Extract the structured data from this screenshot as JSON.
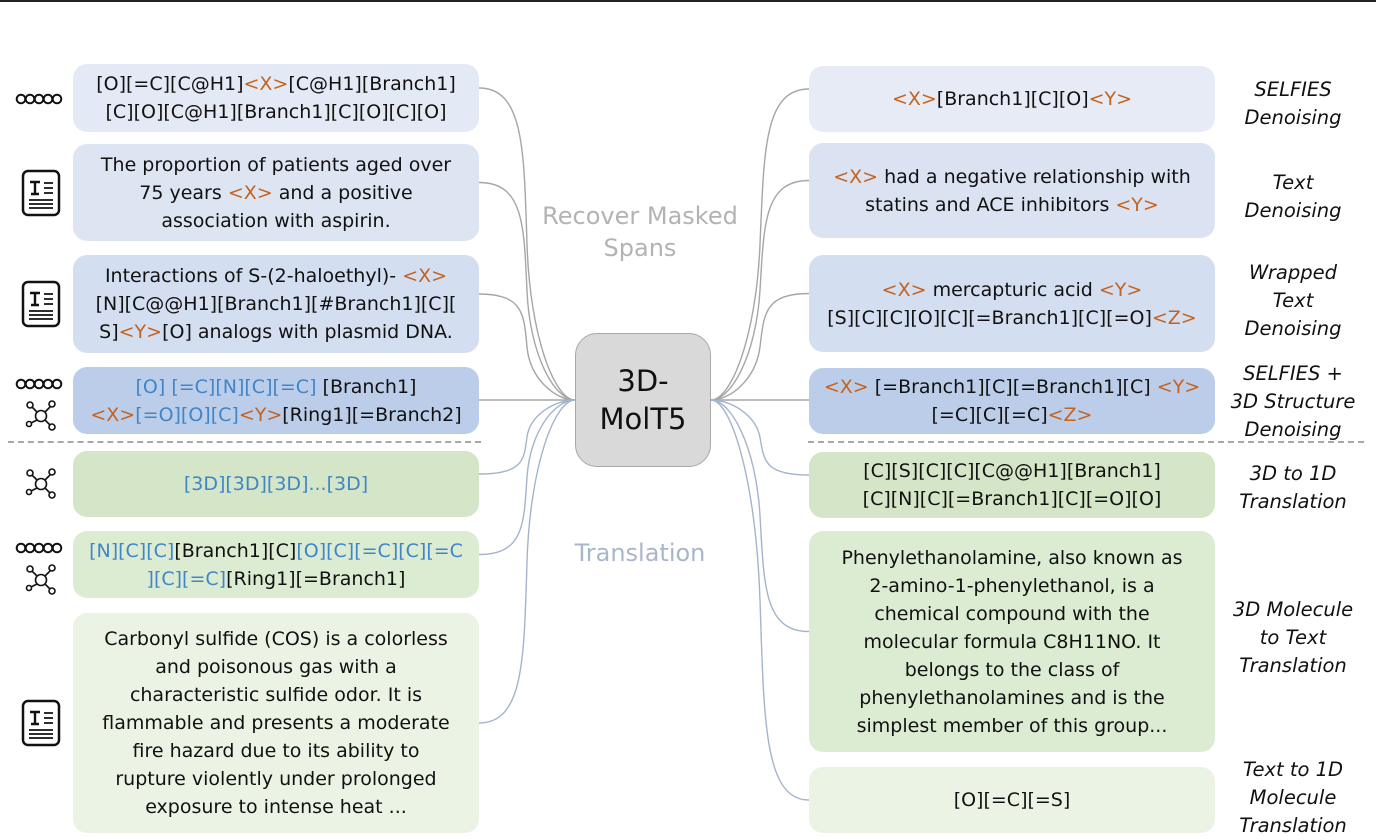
{
  "center_node": {
    "line1": "3D-",
    "line2": "MolT5"
  },
  "section_labels": {
    "masked": [
      "Recover Masked",
      "Spans"
    ],
    "translation": "Translation"
  },
  "colors": {
    "mask_token": "#c5621e",
    "blue_token": "#3f86c9",
    "gray_link": "#a6a6a6",
    "blue_link": "#a4b4cc"
  },
  "left_inputs": [
    {
      "icons": [
        "chain-1d-icon"
      ],
      "lines": [
        [
          [
            "k",
            "[O][=C][C@H1]"
          ],
          [
            "m",
            "<X>"
          ],
          [
            "k",
            "[C@H1][Branch1]"
          ]
        ],
        [
          [
            "k",
            "[C][O][C@H1][Branch1][C][O][C][O]"
          ]
        ]
      ]
    },
    {
      "icons": [
        "text-document-icon"
      ],
      "lines": [
        [
          [
            "k",
            "The proportion of patients aged over"
          ]
        ],
        [
          [
            "k",
            "75 years "
          ],
          [
            "m",
            "<X>"
          ],
          [
            "k",
            " and a positive"
          ]
        ],
        [
          [
            "k",
            "association with aspirin."
          ]
        ]
      ]
    },
    {
      "icons": [
        "text-document-icon"
      ],
      "lines": [
        [
          [
            "k",
            "Interactions of S-(2-haloethyl)- "
          ],
          [
            "m",
            "<X>"
          ]
        ],
        [
          [
            "k",
            "[N][C@@H1][Branch1][#Branch1][C]["
          ]
        ],
        [
          [
            "k",
            "S]"
          ],
          [
            "m",
            "<Y>"
          ],
          [
            "k",
            "[O] analogs with plasmid DNA."
          ]
        ]
      ]
    },
    {
      "icons": [
        "chain-1d-icon",
        "molecule-3d-icon"
      ],
      "lines": [
        [
          [
            "b",
            "[O] [=C][N][C][=C] "
          ],
          [
            "k",
            "[Branch1]"
          ]
        ],
        [
          [
            "m",
            "<X>"
          ],
          [
            "b",
            "[=O][O][C]"
          ],
          [
            "m",
            "<Y>"
          ],
          [
            "k",
            "[Ring1][=Branch2]"
          ]
        ]
      ]
    },
    {
      "icons": [
        "molecule-3d-icon"
      ],
      "lines": [
        [
          [
            "b",
            "[3D][3D][3D]...[3D]"
          ]
        ]
      ]
    },
    {
      "icons": [
        "chain-1d-icon",
        "molecule-3d-icon"
      ],
      "lines": [
        [
          [
            "b",
            "[N][C][C]"
          ],
          [
            "k",
            "[Branch1][C]"
          ],
          [
            "b",
            "[O][C][=C][C][=C"
          ]
        ],
        [
          [
            "b",
            "][C][=C]"
          ],
          [
            "k",
            "[Ring1][=Branch1]"
          ]
        ]
      ]
    },
    {
      "icons": [
        "text-document-icon"
      ],
      "lines": [
        [
          [
            "k",
            "Carbonyl sulfide (COS) is a colorless"
          ]
        ],
        [
          [
            "k",
            "and poisonous gas with a"
          ]
        ],
        [
          [
            "k",
            "characteristic sulfide odor. It is"
          ]
        ],
        [
          [
            "k",
            "flammable and presents a moderate"
          ]
        ],
        [
          [
            "k",
            "fire hazard due to its ability to"
          ]
        ],
        [
          [
            "k",
            "rupture violently under prolonged"
          ]
        ],
        [
          [
            "k",
            "exposure to intense heat ..."
          ]
        ]
      ]
    }
  ],
  "right_outputs": [
    {
      "task": [
        "SELFIES",
        "Denoising"
      ],
      "lines": [
        [
          [
            "m",
            "<X>"
          ],
          [
            "k",
            "[Branch1][C][O]"
          ],
          [
            "m",
            "<Y>"
          ]
        ]
      ]
    },
    {
      "task": [
        "Text",
        "Denoising"
      ],
      "lines": [
        [
          [
            "m",
            "<X>"
          ],
          [
            "k",
            " had a negative relationship with"
          ]
        ],
        [
          [
            "k",
            "statins and ACE inhibitors "
          ],
          [
            "m",
            "<Y>"
          ]
        ]
      ]
    },
    {
      "task": [
        "Wrapped",
        "Text",
        "Denoising"
      ],
      "lines": [
        [
          [
            "m",
            "<X>"
          ],
          [
            "k",
            " mercapturic acid "
          ],
          [
            "m",
            "<Y>"
          ]
        ],
        [
          [
            "k",
            "[S][C][C][O][C][=Branch1][C][=O]"
          ],
          [
            "m",
            "<Z>"
          ]
        ]
      ]
    },
    {
      "task": [
        "SELFIES +",
        "3D Structure",
        "Denoising"
      ],
      "lines": [
        [
          [
            "m",
            "<X>"
          ],
          [
            "k",
            " [=Branch1][C][=Branch1][C] "
          ],
          [
            "m",
            "<Y>"
          ]
        ],
        [
          [
            "k",
            "[=C][C][=C]"
          ],
          [
            "m",
            "<Z>"
          ]
        ]
      ]
    },
    {
      "task": [
        "3D to 1D",
        "Translation"
      ],
      "lines": [
        [
          [
            "k",
            "[C][S][C][C][C@@H1][Branch1]"
          ]
        ],
        [
          [
            "k",
            "[C][N][C][=Branch1][C][=O][O]"
          ]
        ]
      ]
    },
    {
      "task": [
        "3D Molecule",
        "to Text",
        "Translation"
      ],
      "lines": [
        [
          [
            "k",
            "Phenylethanolamine, also known as"
          ]
        ],
        [
          [
            "k",
            "2-amino-1-phenylethanol, is a"
          ]
        ],
        [
          [
            "k",
            "chemical compound with the"
          ]
        ],
        [
          [
            "k",
            "molecular formula C8H11NO. It"
          ]
        ],
        [
          [
            "k",
            "belongs to the class of"
          ]
        ],
        [
          [
            "k",
            "phenylethanolamines and is the"
          ]
        ],
        [
          [
            "k",
            "simplest member of this group..."
          ]
        ]
      ]
    },
    {
      "task": [
        "Text to 1D",
        "Molecule",
        "Translation"
      ],
      "lines": [
        [
          [
            "k",
            "[O][=C][=S]"
          ]
        ]
      ]
    }
  ]
}
